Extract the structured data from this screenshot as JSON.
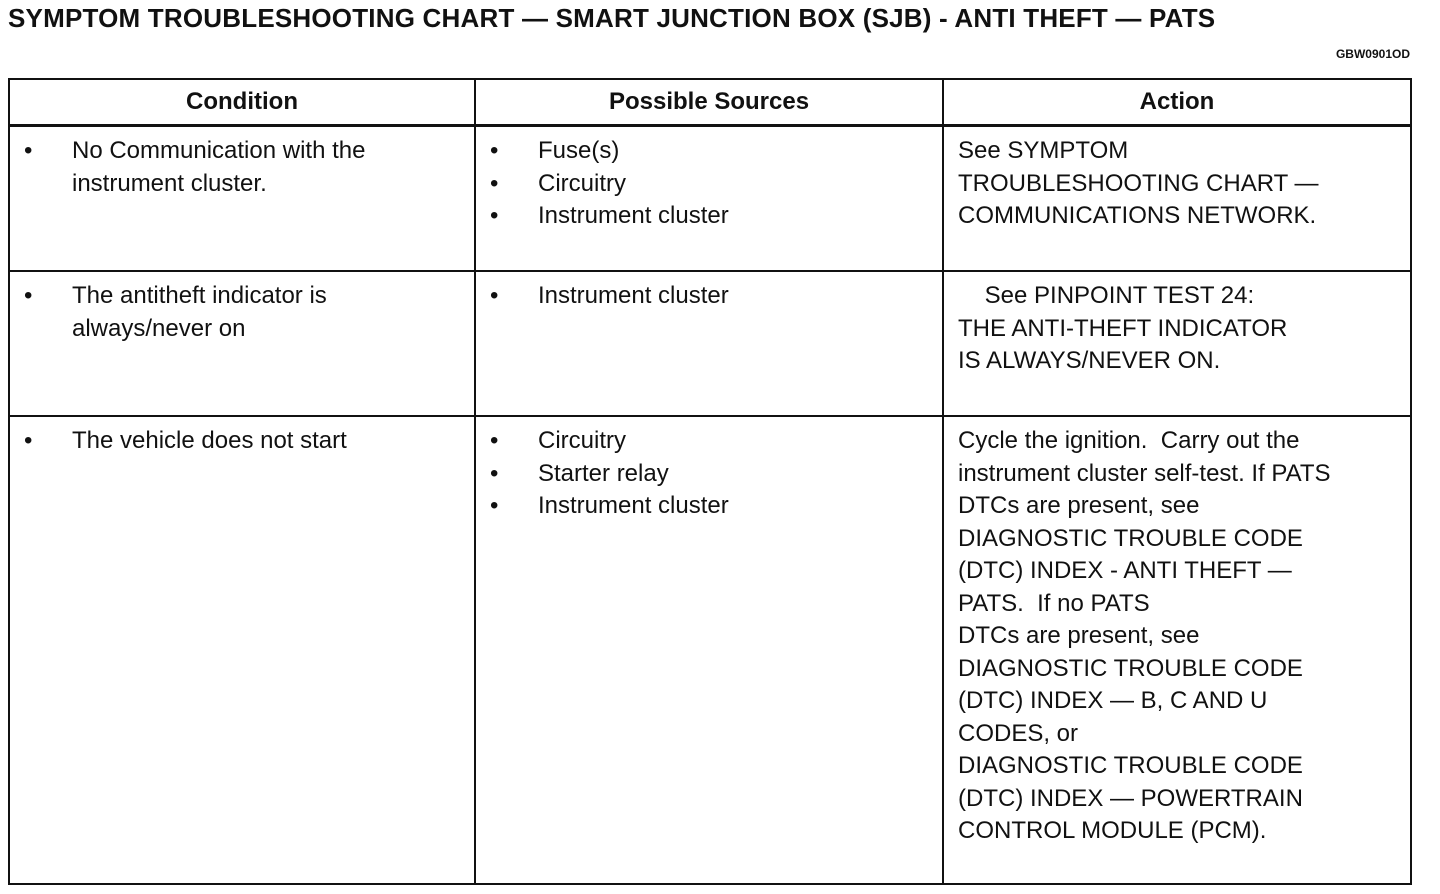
{
  "document": {
    "title": "SYMPTOM TROUBLESHOOTING CHART — SMART JUNCTION BOX (SJB) - ANTI THEFT — PATS",
    "figure_code": "GBW0901OD"
  },
  "table": {
    "headers": {
      "condition": "Condition",
      "sources": "Possible Sources",
      "action": "Action"
    },
    "rows": [
      {
        "condition": "No Communication with the instrument cluster.",
        "sources": [
          "Fuse(s)",
          "Circuitry",
          "Instrument cluster"
        ],
        "action": "See SYMPTOM\nTROUBLESHOOTING CHART —\nCOMMUNICATIONS NETWORK."
      },
      {
        "condition": "The antitheft indicator is always/never on",
        "sources": [
          "Instrument cluster"
        ],
        "action": "    See PINPOINT TEST 24:\nTHE ANTI-THEFT INDICATOR\nIS ALWAYS/NEVER ON."
      },
      {
        "condition": "The vehicle does not start",
        "sources": [
          "Circuitry",
          "Starter relay",
          "Instrument cluster"
        ],
        "action": "Cycle the ignition.  Carry out the\ninstrument cluster self-test. If PATS\nDTCs are present, see\nDIAGNOSTIC TROUBLE CODE\n(DTC) INDEX - ANTI THEFT —\nPATS.  If no PATS\nDTCs are present, see\nDIAGNOSTIC TROUBLE CODE\n(DTC) INDEX — B, C AND U\nCODES, or\nDIAGNOSTIC TROUBLE CODE\n(DTC) INDEX — POWERTRAIN\nCONTROL MODULE (PCM)."
      }
    ]
  }
}
